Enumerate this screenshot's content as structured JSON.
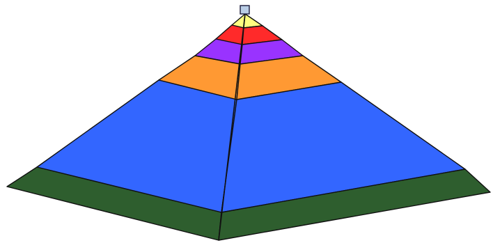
{
  "pyramid": {
    "layers": [
      {
        "id": "top",
        "color": "#ffff80"
      },
      {
        "id": "layer-2",
        "color": "#ff2a2a"
      },
      {
        "id": "layer-3",
        "color": "#9933ff"
      },
      {
        "id": "layer-4",
        "color": "#ff9933"
      },
      {
        "id": "layer-5",
        "color": "#3366ff"
      },
      {
        "id": "base",
        "color": "#2e5e2e"
      }
    ],
    "handle_color": "#b9cde6"
  }
}
